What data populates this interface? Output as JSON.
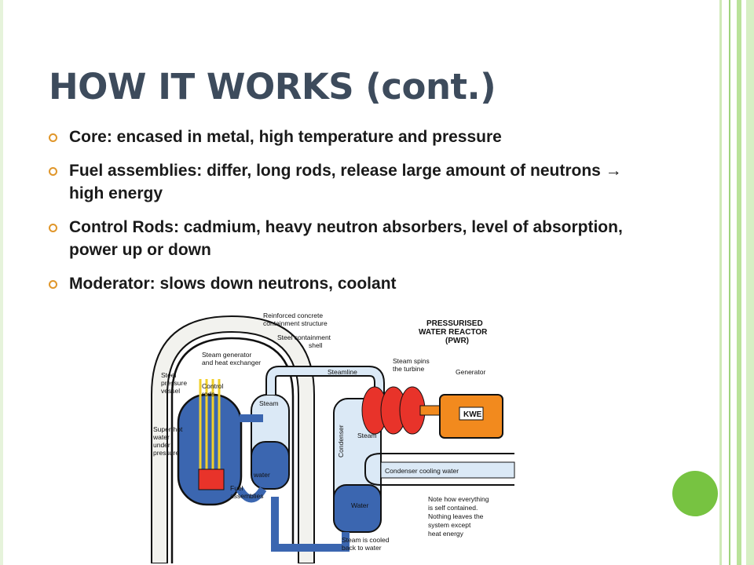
{
  "slide": {
    "title": "HOW IT WORKS (cont.)",
    "bullets": [
      {
        "text": "Core: encased in metal, high temperature and pressure"
      },
      {
        "text": "Fuel assemblies: differ, long rods, release large amount of neutrons → high energy"
      },
      {
        "text": "Control Rods: cadmium, heavy neutron absorbers, level of absorption, power up or down"
      },
      {
        "text": "Moderator: slows down neutrons, coolant"
      }
    ]
  },
  "diagram": {
    "labels": {
      "reinforced": "Reinforced concrete",
      "containment": "containment structure",
      "steel_shell_1": "Steel containment",
      "steel_shell_2": "shell",
      "pwr_1": "PRESSURISED",
      "pwr_2": "WATER REACTOR",
      "pwr_3": "(PWR)",
      "steam_gen_1": "Steam generator",
      "steam_gen_2": "and heat exchanger",
      "steamline": "Steamline",
      "spins_1": "Steam spins",
      "spins_2": "the turbine",
      "generator": "Generator",
      "kwe": "KWE",
      "vessel_1": "Steel",
      "vessel_2": "pressure",
      "vessel_3": "vessel",
      "control_1": "Control",
      "control_2": "rods",
      "steam_a": "Steam",
      "steam_b": "Steam",
      "superhot_1": "Super-hot",
      "superhot_2": "water",
      "superhot_3": "under",
      "superhot_4": "pressure",
      "condenser": "Condenser",
      "cooling": "Condenser cooling water",
      "water_a": "water",
      "water_b": "Water",
      "fuel_1": "Fuel",
      "fuel_2": "assemblies",
      "note_1": "Note how everything",
      "note_2": "is self contained.",
      "note_3": "Nothing leaves the",
      "note_4": "system except",
      "note_5": "heat energy",
      "cooled_1": "Steam is cooled",
      "cooled_2": "back to water"
    }
  },
  "colors": {
    "title": "#3d4b5c",
    "bullet": "#e0962a",
    "accent_green": "#77c341",
    "water_blue": "#3b66b0",
    "steam_light": "#dbe9f6",
    "reactor_red": "#e8332a",
    "generator_orange": "#f28a1e"
  }
}
